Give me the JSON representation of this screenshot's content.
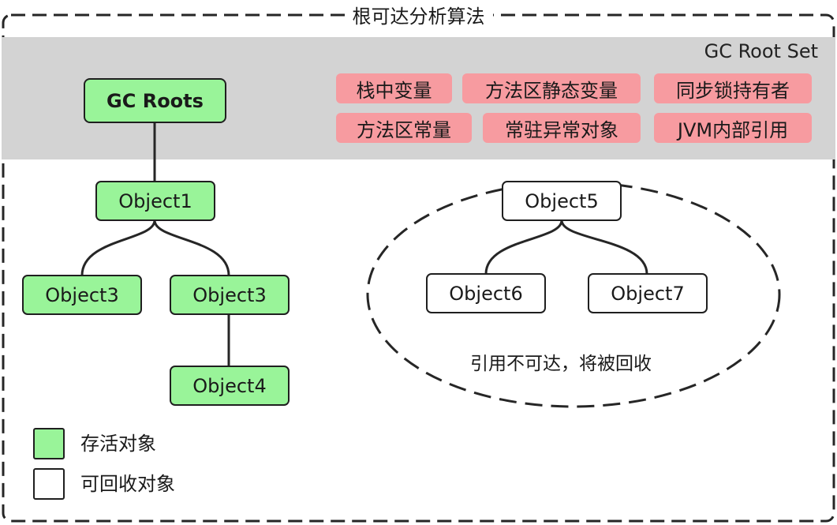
{
  "diagram": {
    "title": "根可达分析算法",
    "root_set_label": "GC Root Set",
    "root_types": [
      "栈中变量",
      "方法区静态变量",
      "同步锁持有者",
      "方法区常量",
      "常驻异常对象",
      "JVM内部引用"
    ],
    "nodes": {
      "gc_roots": "GC Roots",
      "object1": "Object1",
      "object3_left": "Object3",
      "object3_right": "Object3",
      "object4": "Object4",
      "object5": "Object5",
      "object6": "Object6",
      "object7": "Object7"
    },
    "unreachable_caption": "引用不可达，将被回收",
    "legend": {
      "live": "存活对象",
      "collectable": "可回收对象"
    },
    "colors": {
      "live": "#99f499",
      "collectable": "#ffffff",
      "root_type_chip": "#f79ba0",
      "root_set_band": "#d3d3d3"
    }
  }
}
